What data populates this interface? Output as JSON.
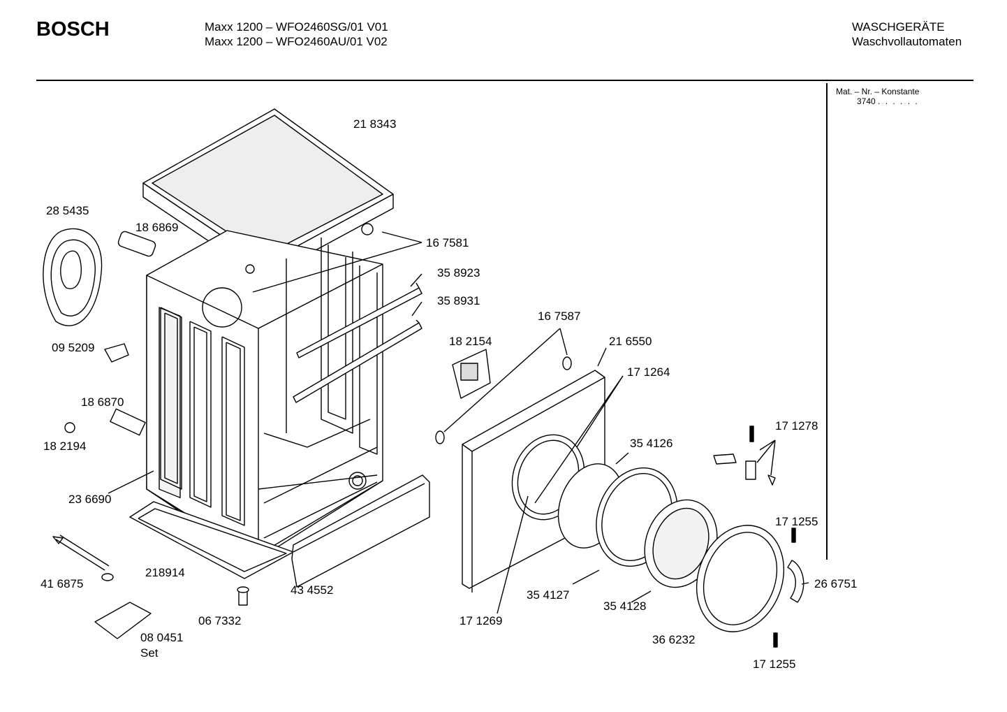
{
  "header": {
    "brand": "BOSCH",
    "model_line_1": "Maxx 1200 – WFO2460SG/01 V01",
    "model_line_2": "Maxx 1200 – WFO2460AU/01 V02",
    "category_line_1": "WASCHGERÄTE",
    "category_line_2": "Waschvollautomaten",
    "mat_label": "Mat. – Nr. – Konstante",
    "mat_value": "3740",
    "mat_dots": ". .   . . . ."
  },
  "parts": {
    "p218343": "21 8343",
    "p285435": "28 5435",
    "p186869": "18 6869",
    "p167581": "16 7581",
    "p358923": "35 8923",
    "p358931": "35 8931",
    "p167587": "16 7587",
    "p182154": "18 2154",
    "p216550": "21 6550",
    "p171264": "17 1264",
    "p095209": "09 5209",
    "p186870": "18 6870",
    "p182194": "18 2194",
    "p236690": "23 6690",
    "p354126": "35 4126",
    "p171278": "17 1278",
    "p171255a": "17 1255",
    "p416875": "41 6875",
    "p218914": "218914",
    "p434552": "43 4552",
    "p266751": "26 6751",
    "p354127": "35 4127",
    "p067332": "06 7332",
    "p171269": "17 1269",
    "p354128": "35 4128",
    "p080451": "08 0451",
    "p080451_note": "Set",
    "p366232": "36 6232",
    "p171255b": "17 1255"
  }
}
